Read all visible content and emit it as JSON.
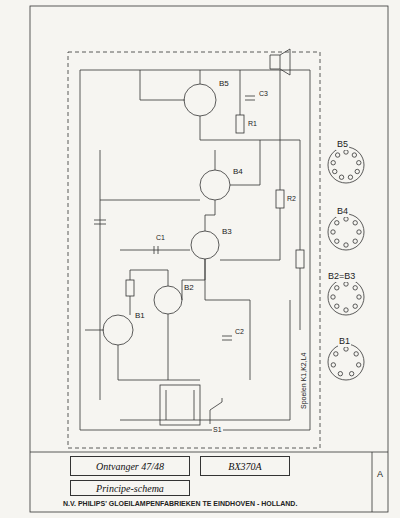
{
  "diagram": {
    "title": "Ontvanger 47/48",
    "nodes": [
      {
        "text": [
          "Ontvanger 47/48"
        ]
      },
      {
        "text": [
          "BX370A"
        ]
      },
      {
        "text": [
          "Principe-schema"
        ]
      }
    ],
    "labels": [
      "B5",
      "B4",
      "B2=B3",
      "B1",
      "Spoelen K1,K2,L4",
      "B5",
      "B4",
      "B3",
      "B2",
      "B1",
      "S1",
      "C1",
      "C2",
      "R1",
      "R2",
      "C3",
      "N.V. PHILIPS' GLOEILAMPENFABRIEKEN TE EINDHOVEN - HOLLAND.",
      "A"
    ]
  }
}
